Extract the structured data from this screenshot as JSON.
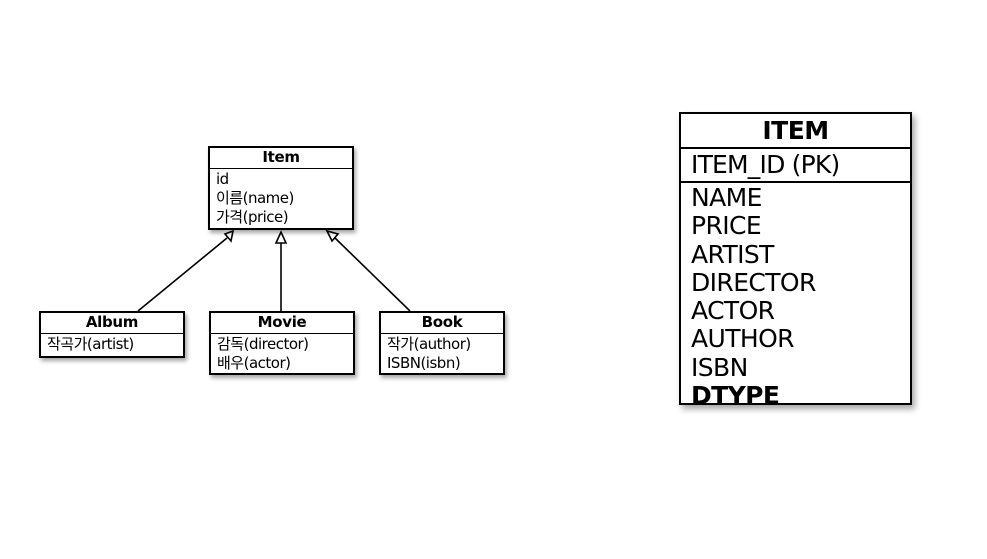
{
  "diagram": {
    "parent": {
      "name": "Item",
      "attributes": [
        "id",
        "이름(name)",
        "가격(price)"
      ]
    },
    "children": [
      {
        "name": "Album",
        "attributes": [
          "작곡가(artist)"
        ]
      },
      {
        "name": "Movie",
        "attributes": [
          "감독(director)",
          "배우(actor)"
        ]
      },
      {
        "name": "Book",
        "attributes": [
          "작가(author)",
          "ISBN(isbn)"
        ]
      }
    ]
  },
  "table": {
    "name": "ITEM",
    "primary_key": "ITEM_ID (PK)",
    "columns": [
      "NAME",
      "PRICE",
      "ARTIST",
      "DIRECTOR",
      "ACTOR",
      "AUTHOR",
      "ISBN"
    ],
    "discriminator": "DTYPE"
  }
}
